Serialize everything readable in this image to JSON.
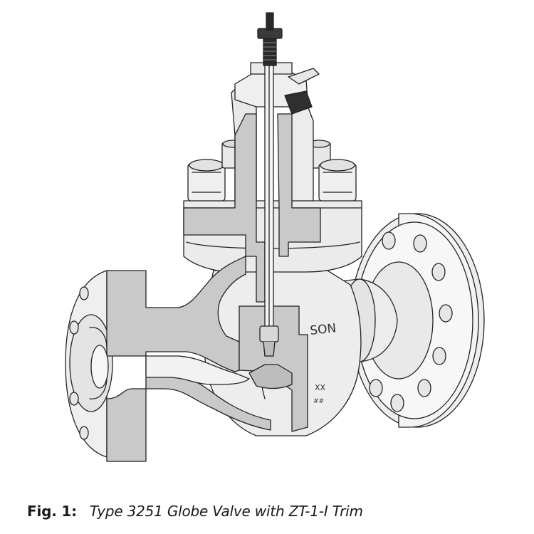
{
  "caption": {
    "label": "Fig. 1:",
    "text": "Type 3251 Globe Valve with ZT-1-I Trim"
  },
  "body_markings": {
    "brand": "SON",
    "code": "XX",
    "sub": "##"
  },
  "colors": {
    "section_fill": "#c9c9c9",
    "metal_fill": "#efefef",
    "outline": "#222222",
    "stem_dark": "#2a2a2a"
  }
}
